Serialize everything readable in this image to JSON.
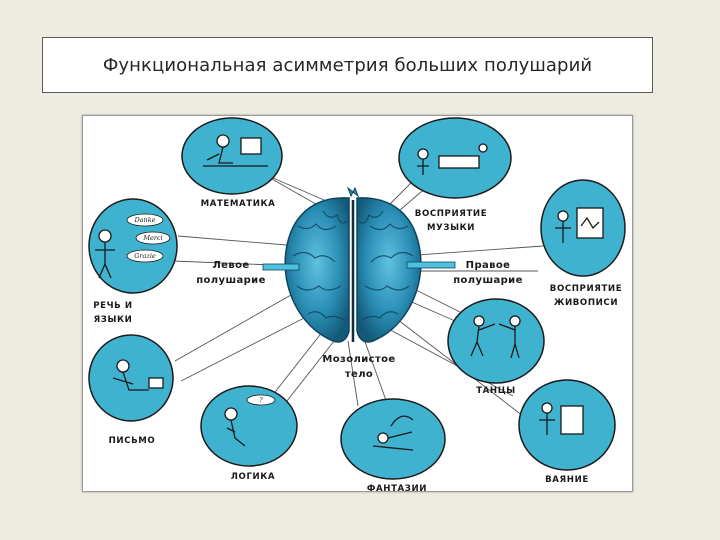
{
  "title": "Функциональная асимметрия больших полушарий",
  "diagram": {
    "hemispheres": {
      "left": [
        "Левое",
        "полушарие"
      ],
      "right": [
        "Правое",
        "полушарие"
      ],
      "corpus": [
        "Мозолистое",
        "тело"
      ]
    },
    "functions": [
      {
        "id": "math",
        "lines": [
          "МАТЕМАТИКА"
        ]
      },
      {
        "id": "speech",
        "lines": [
          "РЕЧЬ И",
          "ЯЗЫКИ"
        ],
        "bubbles": [
          "Danke",
          "Merci",
          "Grazie"
        ]
      },
      {
        "id": "writing",
        "lines": [
          "ПИСЬМО"
        ]
      },
      {
        "id": "logic",
        "lines": [
          "ЛОГИКА"
        ],
        "bubbles": [
          "?"
        ]
      },
      {
        "id": "fantasy",
        "lines": [
          "ФАНТАЗИИ"
        ]
      },
      {
        "id": "sculpture",
        "lines": [
          "ВАЯНИЕ"
        ]
      },
      {
        "id": "dance",
        "lines": [
          "ТАНЦЫ"
        ]
      },
      {
        "id": "painting",
        "lines": [
          "ВОСПРИЯТИЕ",
          "ЖИВОПИСИ"
        ]
      },
      {
        "id": "music",
        "lines": [
          "ВОСПРИЯТИЕ",
          "МУЗЫКИ"
        ]
      }
    ],
    "colors": {
      "circle": "#3fb2cf",
      "outline": "#1b1b1b",
      "brain": "#2e8fb3",
      "brain_dark": "#0e4660",
      "figure": "#1a1a1a"
    }
  }
}
